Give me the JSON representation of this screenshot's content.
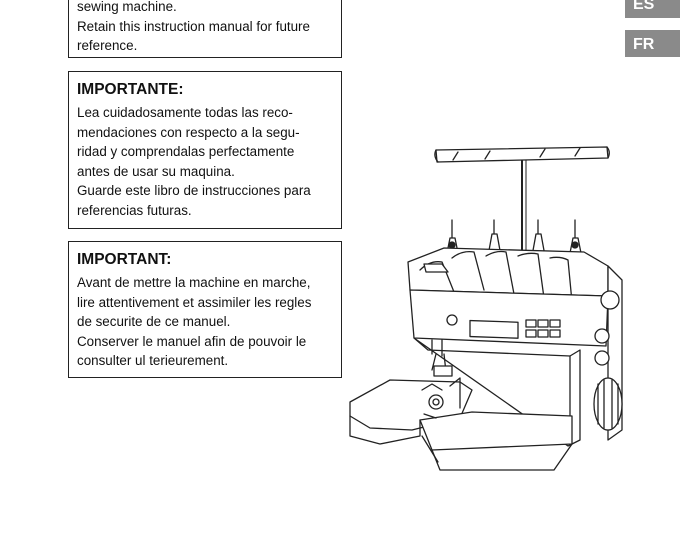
{
  "english_box": {
    "lines": [
      "sewing machine.",
      "Retain this instruction manual for future",
      "reference."
    ]
  },
  "spanish_box": {
    "heading": "IMPORTANTE:",
    "lines": [
      "Lea cuidadosamente todas las reco-",
      "mendaciones con respecto a la segu-",
      "ridad y comprendalas perfectamente",
      "antes de usar su maquina.",
      "Guarde este libro de instrucciones para",
      "referencias futuras."
    ]
  },
  "french_box": {
    "heading": "IMPORTANT:",
    "lines": [
      "Avant de mettre la machine en marche,",
      "lire attentivement et assimiler les regles",
      "de securite de ce manuel.",
      "Conserver le manuel afin de pouvoir le",
      "consulter ul terieurement."
    ]
  },
  "language_tabs": {
    "es": "ES",
    "fr": "FR"
  },
  "colors": {
    "tab_background": "#8a8a8a",
    "border": "#222222"
  },
  "illustration": {
    "icon": "overlock-sewing-machine-icon"
  }
}
